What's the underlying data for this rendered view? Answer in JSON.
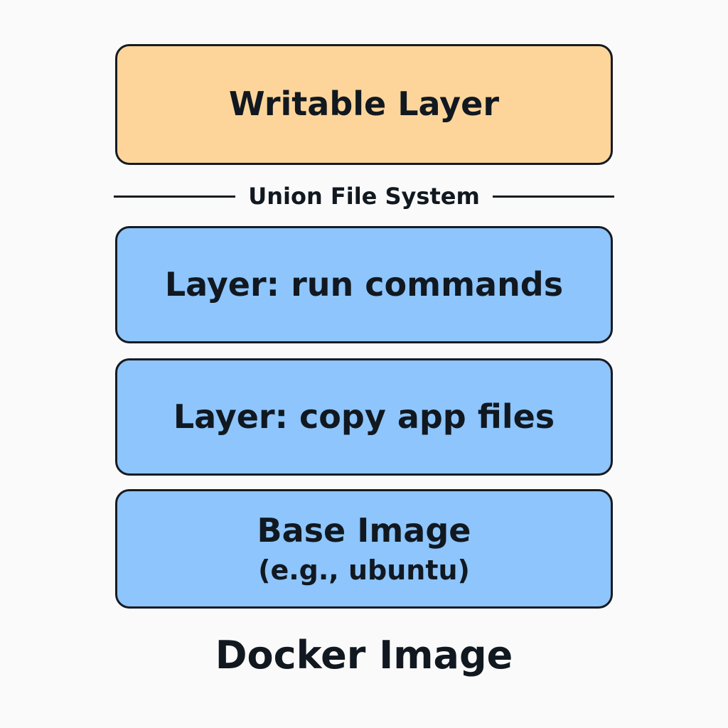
{
  "colors": {
    "writable_fill": "#fdd59b",
    "layer_fill": "#8dc5fc",
    "border": "#161b22",
    "text": "#111820",
    "background": "#fafafa"
  },
  "writable_layer": {
    "label": "Writable Layer"
  },
  "union_fs": {
    "label": "Union File System"
  },
  "layers": [
    {
      "label": "Layer: run commands"
    },
    {
      "label": "Layer: copy app files"
    },
    {
      "label": "Base Image",
      "sublabel": "(e.g., ubuntu)"
    }
  ],
  "footer": {
    "title": "Docker Image"
  }
}
